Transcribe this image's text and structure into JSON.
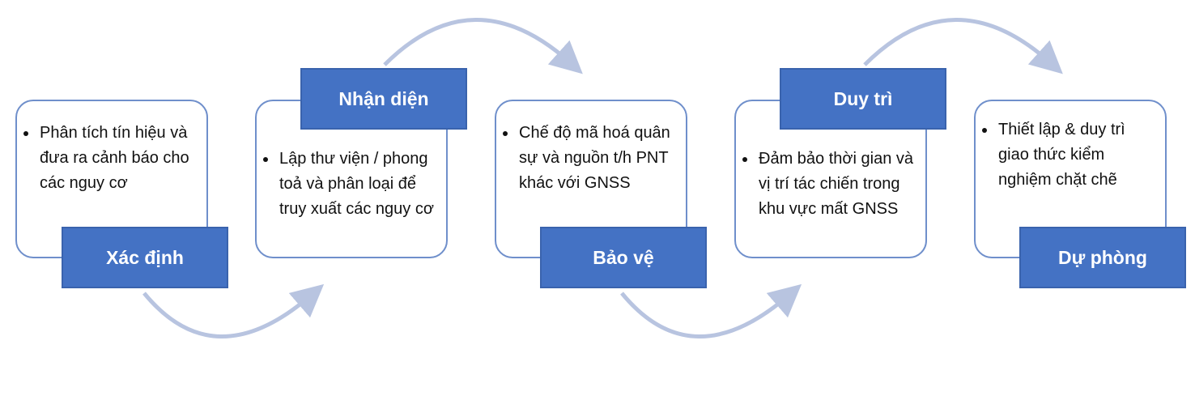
{
  "colors": {
    "card_border": "#6f8fcb",
    "label_fill": "#4472c4",
    "arrow": "#b8c4e0"
  },
  "steps": [
    {
      "label": "Xác định",
      "text": "Phân tích tín hiệu và đưa ra cảnh báo cho các nguy cơ"
    },
    {
      "label": "Nhận diện",
      "text": "Lập thư viện / phong toả  và phân loại để truy xuất các nguy cơ"
    },
    {
      "label": "Bảo vệ",
      "text": "Chế độ mã hoá quân sự và nguồn t/h PNT khác với GNSS"
    },
    {
      "label": "Duy trì",
      "text": "Đảm bảo thời gian và vị trí tác chiến trong khu vực mất GNSS"
    },
    {
      "label": "Dự phòng",
      "text": "Thiết lập & duy trì giao thức kiểm nghiệm chặt chẽ"
    }
  ]
}
